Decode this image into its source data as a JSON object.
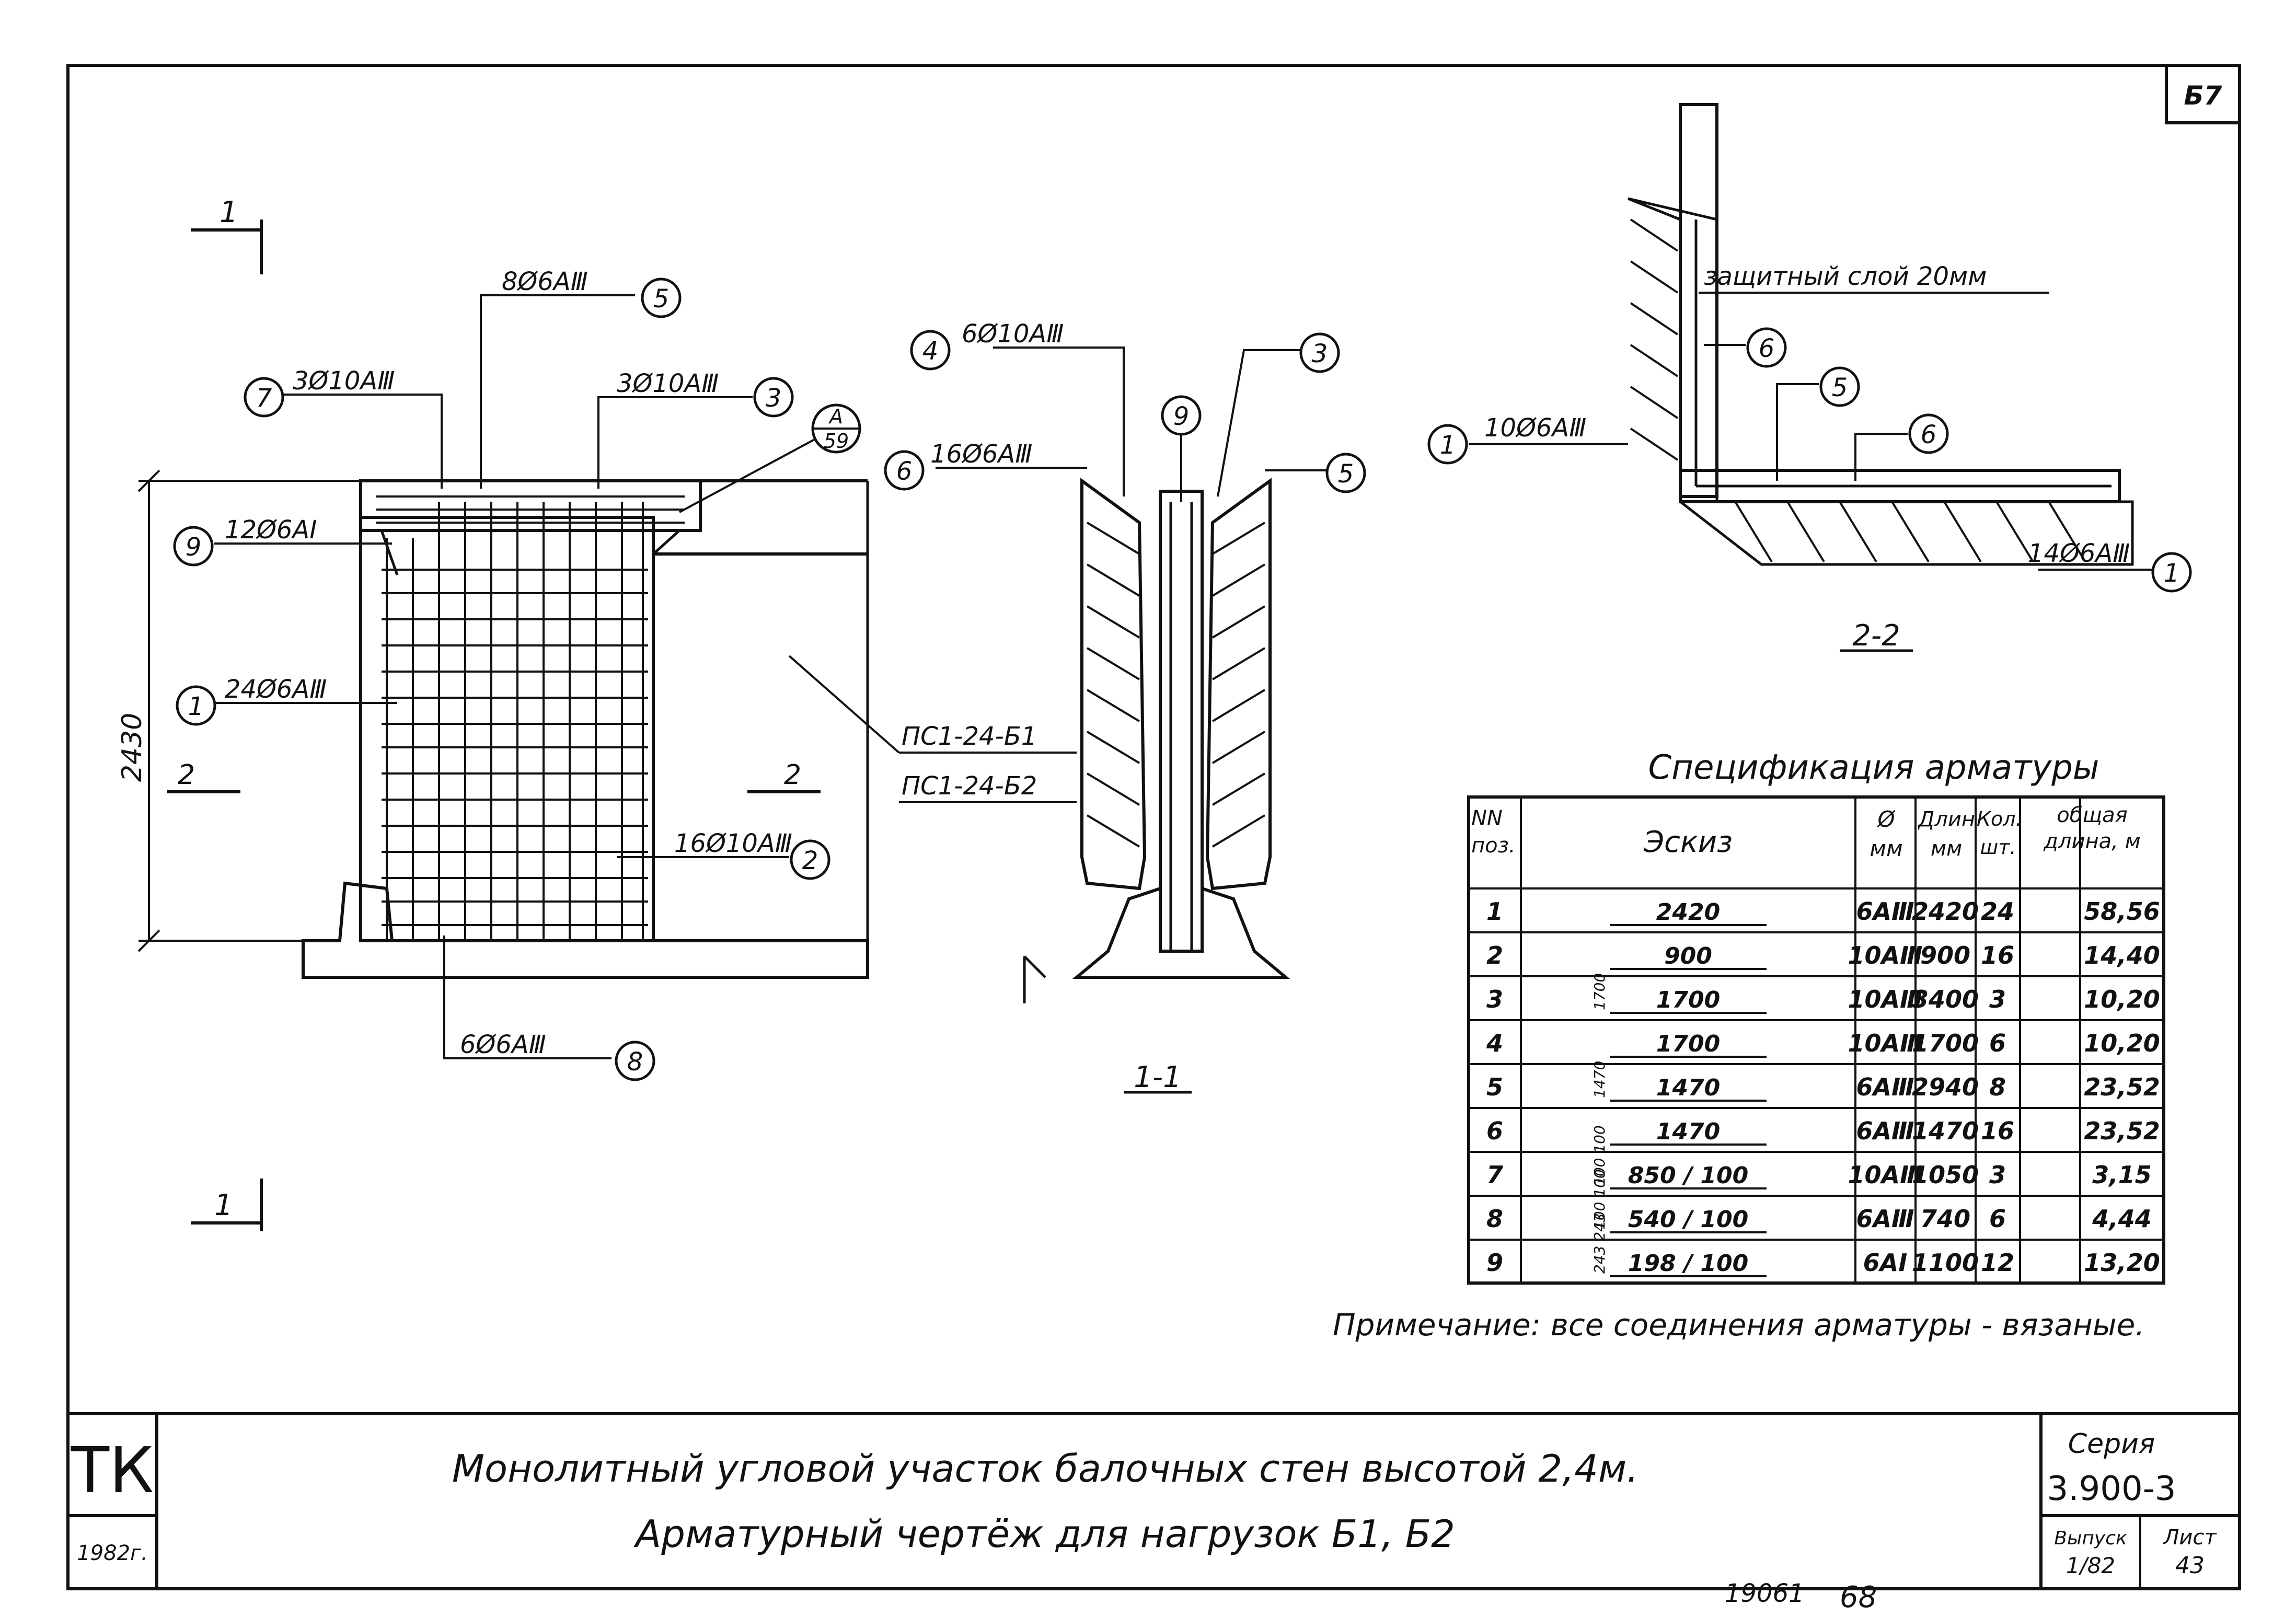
{
  "sheet": {
    "sheet_code": "Б7",
    "stamp_tk": "ТК",
    "stamp_year": "1982г.",
    "title_line1": "Монолитный угловой участок балочных стен высотой 2,4м.",
    "title_line2": "Арматурный чертёж для нагрузок Б1, Б2",
    "series_label": "Серия",
    "series_value": "3.900-3",
    "vyp_label": "Выпуск",
    "vyp_value": "1/82",
    "list_label": "Лист",
    "list_value": "43",
    "footer_code": "19061",
    "footer_page": "68"
  },
  "elevation": {
    "section_mark_top": "1",
    "section_mark_bottom": "1",
    "section_mark_2_left": "2",
    "section_mark_2_right": "2",
    "height_dim": "2430",
    "callouts": [
      {
        "num": "5",
        "label": "8Ø6АⅢ"
      },
      {
        "num": "7",
        "label": "3Ø10АⅢ"
      },
      {
        "num": "3",
        "label": "3Ø10АⅢ"
      },
      {
        "num": "9",
        "label": "12Ø6АⅠ"
      },
      {
        "num": "1",
        "label": "24Ø6АⅢ"
      },
      {
        "num": "2",
        "label": "16Ø10АⅢ"
      },
      {
        "num": "8",
        "label": "6Ø6АⅢ"
      }
    ],
    "detail_ref_top": "А",
    "detail_ref_bottom": "59",
    "panel_labels": [
      "ПС1-24-Б1",
      "ПС1-24-Б2"
    ]
  },
  "section_1_1": {
    "title": "1-1",
    "callouts": [
      {
        "num": "4",
        "label": "6Ø10АⅢ"
      },
      {
        "num": "6",
        "label": "16Ø6АⅢ"
      },
      {
        "num": "9",
        "label": ""
      },
      {
        "num": "3",
        "label": ""
      },
      {
        "num": "5",
        "label": ""
      }
    ]
  },
  "section_2_2": {
    "title": "2-2",
    "protective_layer": "защитный слой 20мм",
    "callouts": [
      {
        "num": "6",
        "label": ""
      },
      {
        "num": "5",
        "label": ""
      },
      {
        "num": "6",
        "label": ""
      },
      {
        "num": "1",
        "label": "10Ø6АⅢ"
      },
      {
        "num": "1",
        "label": "14Ø6АⅢ"
      }
    ]
  },
  "spec_table": {
    "title": "Спецификация арматуры",
    "headers": {
      "pos": "NN поз.",
      "sketch": "Эскиз",
      "diam": "Ø мм",
      "length": "Длина мм",
      "qty": "Кол. шт.",
      "total": "общая длина, м"
    },
    "rows": [
      {
        "pos": "1",
        "sketch": "2420",
        "sketch_side": "",
        "diam": "6АⅢ",
        "length": "2420",
        "qty": "24",
        "total": "58,56"
      },
      {
        "pos": "2",
        "sketch": "900",
        "sketch_side": "",
        "diam": "10АⅢ",
        "length": "900",
        "qty": "16",
        "total": "14,40"
      },
      {
        "pos": "3",
        "sketch": "1700",
        "sketch_side": "1700",
        "diam": "10АⅢ",
        "length": "3400",
        "qty": "3",
        "total": "10,20"
      },
      {
        "pos": "4",
        "sketch": "1700",
        "sketch_side": "",
        "diam": "10АⅢ",
        "length": "1700",
        "qty": "6",
        "total": "10,20"
      },
      {
        "pos": "5",
        "sketch": "1470",
        "sketch_side": "1470",
        "diam": "6АⅢ",
        "length": "2940",
        "qty": "8",
        "total": "23,52"
      },
      {
        "pos": "6",
        "sketch": "1470",
        "sketch_side": "",
        "diam": "6АⅢ",
        "length": "1470",
        "qty": "16",
        "total": "23,52"
      },
      {
        "pos": "7",
        "sketch": "850 / 100",
        "sketch_side": "100 100",
        "diam": "10АⅢ",
        "length": "1050",
        "qty": "3",
        "total": "3,15"
      },
      {
        "pos": "8",
        "sketch": "540 / 100",
        "sketch_side": "100 100",
        "diam": "6АⅢ",
        "length": "740",
        "qty": "6",
        "total": "4,44"
      },
      {
        "pos": "9",
        "sketch": "198 / 100",
        "sketch_side": "243 243",
        "diam": "6АⅠ",
        "length": "1100",
        "qty": "12",
        "total": "13,20"
      }
    ],
    "note": "Примечание: все соединения арматуры - вязаные."
  }
}
